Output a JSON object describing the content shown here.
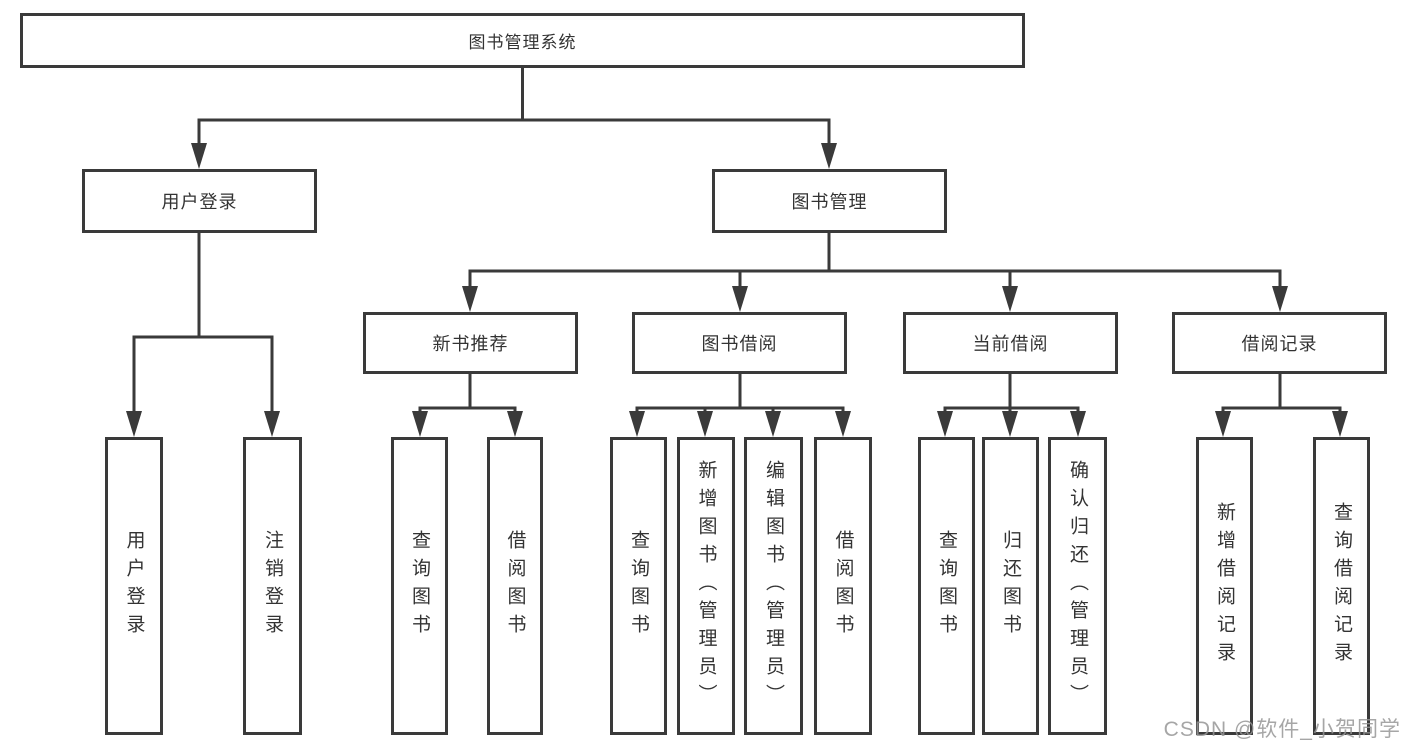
{
  "diagram": {
    "root": {
      "label": "图书管理系统"
    },
    "level1": {
      "user_login": {
        "label": "用户登录"
      },
      "book_mgmt": {
        "label": "图书管理"
      }
    },
    "level2": {
      "new_book_rec": {
        "label": "新书推荐"
      },
      "book_borrow": {
        "label": "图书借阅"
      },
      "current_borrow": {
        "label": "当前借阅"
      },
      "borrow_records": {
        "label": "借阅记录"
      }
    },
    "leaves": {
      "user_login_leaf": {
        "label": "用户登录"
      },
      "logout_leaf": {
        "label": "注销登录"
      },
      "nbr_query_books": {
        "label": "查询图书"
      },
      "nbr_borrow_books": {
        "label": "借阅图书"
      },
      "bb_query_books": {
        "label": "查询图书"
      },
      "bb_add_books": {
        "label": "新增图书（管理员）"
      },
      "bb_edit_books": {
        "label": "编辑图书（管理员）"
      },
      "bb_borrow_books": {
        "label": "借阅图书"
      },
      "cb_query_books": {
        "label": "查询图书"
      },
      "cb_return_books": {
        "label": "归还图书"
      },
      "cb_confirm_return": {
        "label": "确认归还（管理员）"
      },
      "br_add_record": {
        "label": "新增借阅记录"
      },
      "br_query_record": {
        "label": "查询借阅记录"
      }
    }
  },
  "watermark": {
    "text": "CSDN @软件_小贺同学"
  },
  "colors": {
    "line": "#3a3a3a",
    "text": "#333333",
    "watermark": "#969696",
    "background": "#ffffff"
  }
}
